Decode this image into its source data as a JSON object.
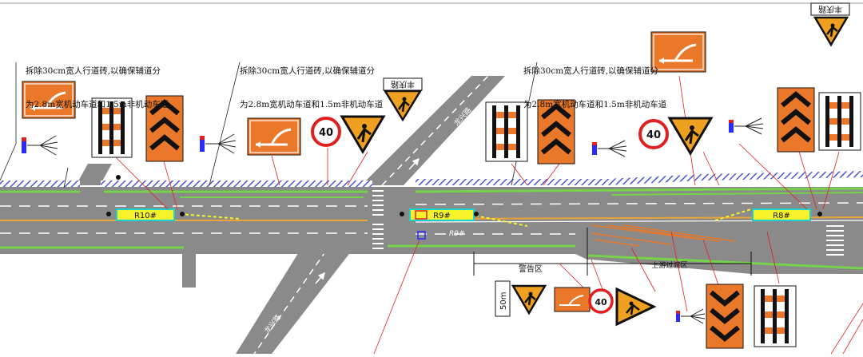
{
  "notes": {
    "n1_line1": "拆除30cm宽人行道砖,以确保辅道分",
    "n1_line2": "为2.8m宽机动车道和1.5m非机动车道",
    "n2_line1": "拆除30cm宽人行道砖,以确保辅道分",
    "n2_line2": "为2.8m宽机动车道和1.5m非机动车道",
    "n3_line1": "拆除30cm宽人行道砖,以确保辅道分",
    "n3_line2": "为2.8m宽机动车道和1.5m非机动车道"
  },
  "work_zones": {
    "r10": "R10#",
    "r9": "R9#",
    "r8": "R8#"
  },
  "road_labels": {
    "upper_road": "龙兴路",
    "lower_road": "龙兴路"
  },
  "road_text_marking": "R9#",
  "street_plates": {
    "plate1": "丰庆路",
    "plate2": "丰庆路"
  },
  "speed_limits": {
    "s1": "40",
    "s2": "40",
    "s3": "40"
  },
  "distance_plate": "50m",
  "zones": {
    "warning": "警告区",
    "upstream": "上游过渡区"
  },
  "colors": {
    "sign_orange": "#e9782a",
    "road_gray": "#8a8a8a",
    "sidewalk_blue": "#4d55c8",
    "lane_green": "#76d24b",
    "work_zone_yellow": "#f6f22a",
    "redline": "#e02020"
  }
}
